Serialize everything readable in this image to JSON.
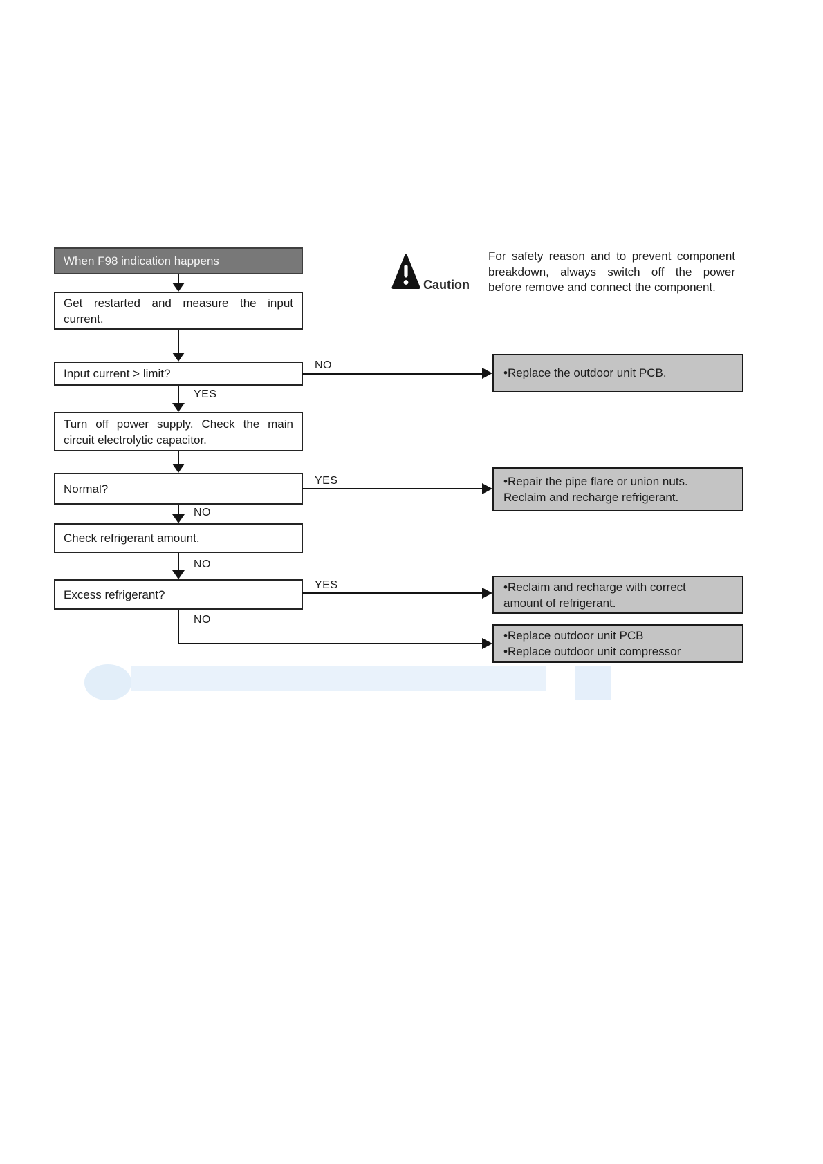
{
  "caution": {
    "label": "Caution",
    "lines": [
      "For safety reason and to prevent component",
      "breakdown, always switch off the power",
      "before remove and connect the component."
    ]
  },
  "flowchart": {
    "title": "When F98 indication happens",
    "labels": {
      "yes": "YES",
      "no": "NO"
    },
    "steps": {
      "restart": {
        "lines": [
          "Get restarted and measure the input",
          "current."
        ]
      },
      "input_current": {
        "text": "Input current > limit?"
      },
      "turn_off": {
        "lines": [
          "Turn off power supply. Check the main",
          "circuit electrolytic capacitor."
        ]
      },
      "normal": {
        "text": "Normal?"
      },
      "check_refrigerant": {
        "text": "Check refrigerant amount."
      },
      "excess_refrigerant": {
        "text": "Excess refrigerant?"
      }
    },
    "results": {
      "replace_pcb": {
        "lines": [
          "•Replace the outdoor unit PCB."
        ]
      },
      "repair_pipe": {
        "lines": [
          "•Repair the pipe flare or union nuts.",
          "Reclaim and recharge refrigerant."
        ]
      },
      "recharge_correct": {
        "lines": [
          "•Reclaim and recharge with correct",
          "amount of refrigerant."
        ]
      },
      "replace_pcb_compressor": {
        "lines": [
          "•Replace outdoor unit PCB",
          "•Replace outdoor unit compressor"
        ]
      }
    }
  },
  "colors": {
    "title_box_bg": "#787878",
    "title_box_text": "#f4f4f4",
    "result_box_bg": "#c4c4c4",
    "step_box_bg": "#ffffff",
    "line_color": "#141414",
    "watermark_blue": "#e9f2fb"
  }
}
